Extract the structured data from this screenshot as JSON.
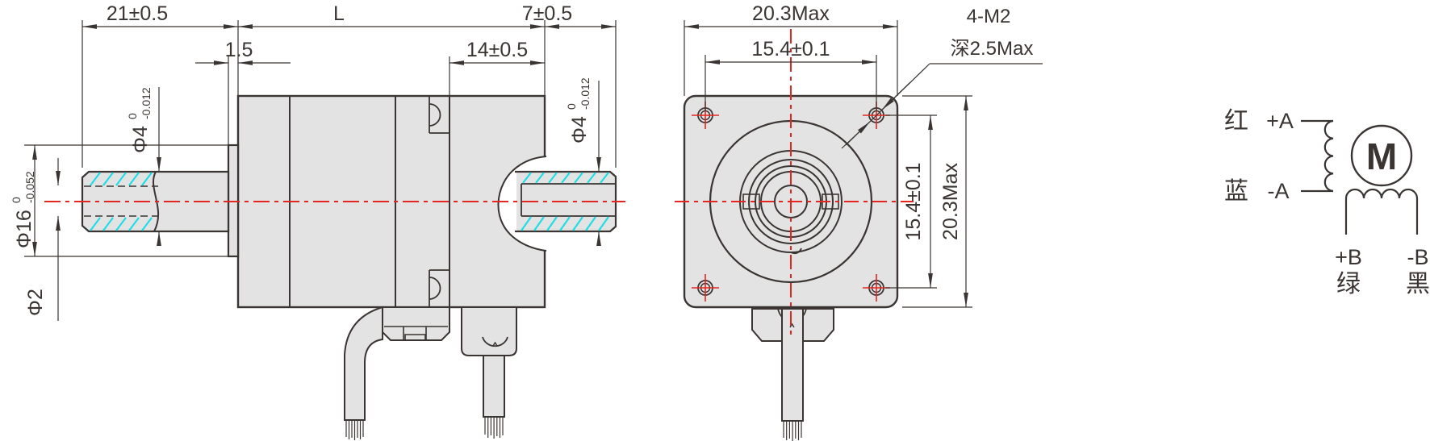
{
  "side_view": {
    "dims": {
      "front_shaft_len": "21±0.5",
      "body_len": "L",
      "rear_shaft_len": "7±0.5",
      "boss_width": "1.5",
      "rear_section_len": "14±0.5",
      "front_shaft_dia": "Φ4",
      "front_shaft_tol_hi": "0",
      "front_shaft_tol_lo": "-0.012",
      "rear_shaft_dia": "Φ4",
      "rear_shaft_tol_hi": "0",
      "rear_shaft_tol_lo": "-0.012",
      "boss_dia": "Φ16",
      "boss_tol_hi": "0",
      "boss_tol_lo": "-0.052",
      "thread_dia": "Φ2"
    }
  },
  "front_view": {
    "dims": {
      "width": "20.3Max",
      "hole_pitch_h": "15.4±0.1",
      "hole_pitch_v": "15.4±0.1",
      "height": "20.3Max"
    },
    "callout": {
      "line1": "4-M2",
      "line2": "深2.5Max"
    }
  },
  "wiring": {
    "a_plus_wire": "红",
    "a_plus": "+A",
    "a_minus_wire": "蓝",
    "a_minus": "-A",
    "b_plus": "+B",
    "b_plus_wire": "绿",
    "b_minus": "-B",
    "b_minus_wire": "黑",
    "motor": "M"
  },
  "colors": {
    "line": "#3a3432",
    "body_fill": "#e3e3e3",
    "centerline_red": "#e52620",
    "thread_cyan": "#1fdce6"
  }
}
